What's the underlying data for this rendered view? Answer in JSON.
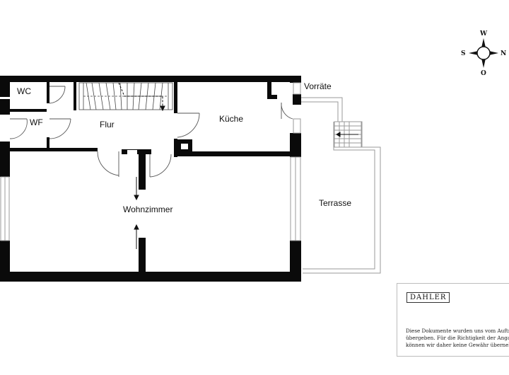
{
  "rooms": {
    "wc": "WC",
    "wf": "WF",
    "flur": "Flur",
    "kueche": "Küche",
    "vorraete": "Vorräte",
    "wohnzimmer": "Wohnzimmer",
    "terrasse": "Terrasse"
  },
  "compass": {
    "north": "N",
    "south": "S",
    "west": "W",
    "east": "O"
  },
  "brand": {
    "logo": "DAHLER"
  },
  "disclaimer": {
    "line1": "Diese Dokumente wurden uns vom Auftraggeber",
    "line2": "übergeben. Für die Richtigkeit der Angaben",
    "line3": "können wir daher keine Gewähr übernehmen."
  },
  "colors": {
    "wall": "#0a0a0a",
    "thin_line": "#9a9a9a",
    "frame": "#bdbdbd"
  }
}
